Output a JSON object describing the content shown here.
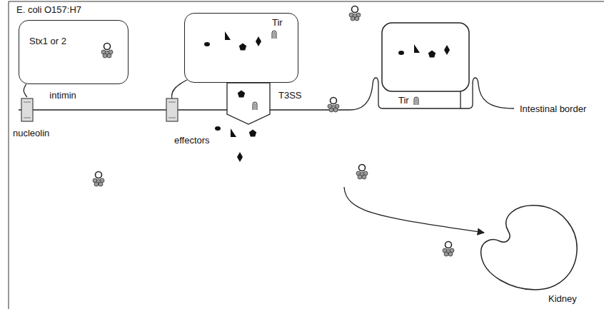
{
  "diagram": {
    "nodes": [
      {
        "text": [
          "E. coli O157:H7",
          "Stx1 or 2"
        ]
      },
      {
        "text": [
          "nucleolin"
        ]
      },
      {
        "text": [
          "Tir"
        ]
      },
      {
        "text": [
          "Kidney"
        ]
      }
    ],
    "edges": [
      {
        "from": 0,
        "to": 1,
        "arrow": "none",
        "label": "intimin"
      }
    ],
    "labels": [
      "T3SS",
      "effectors",
      "Tir",
      "Intestinal border"
    ]
  }
}
